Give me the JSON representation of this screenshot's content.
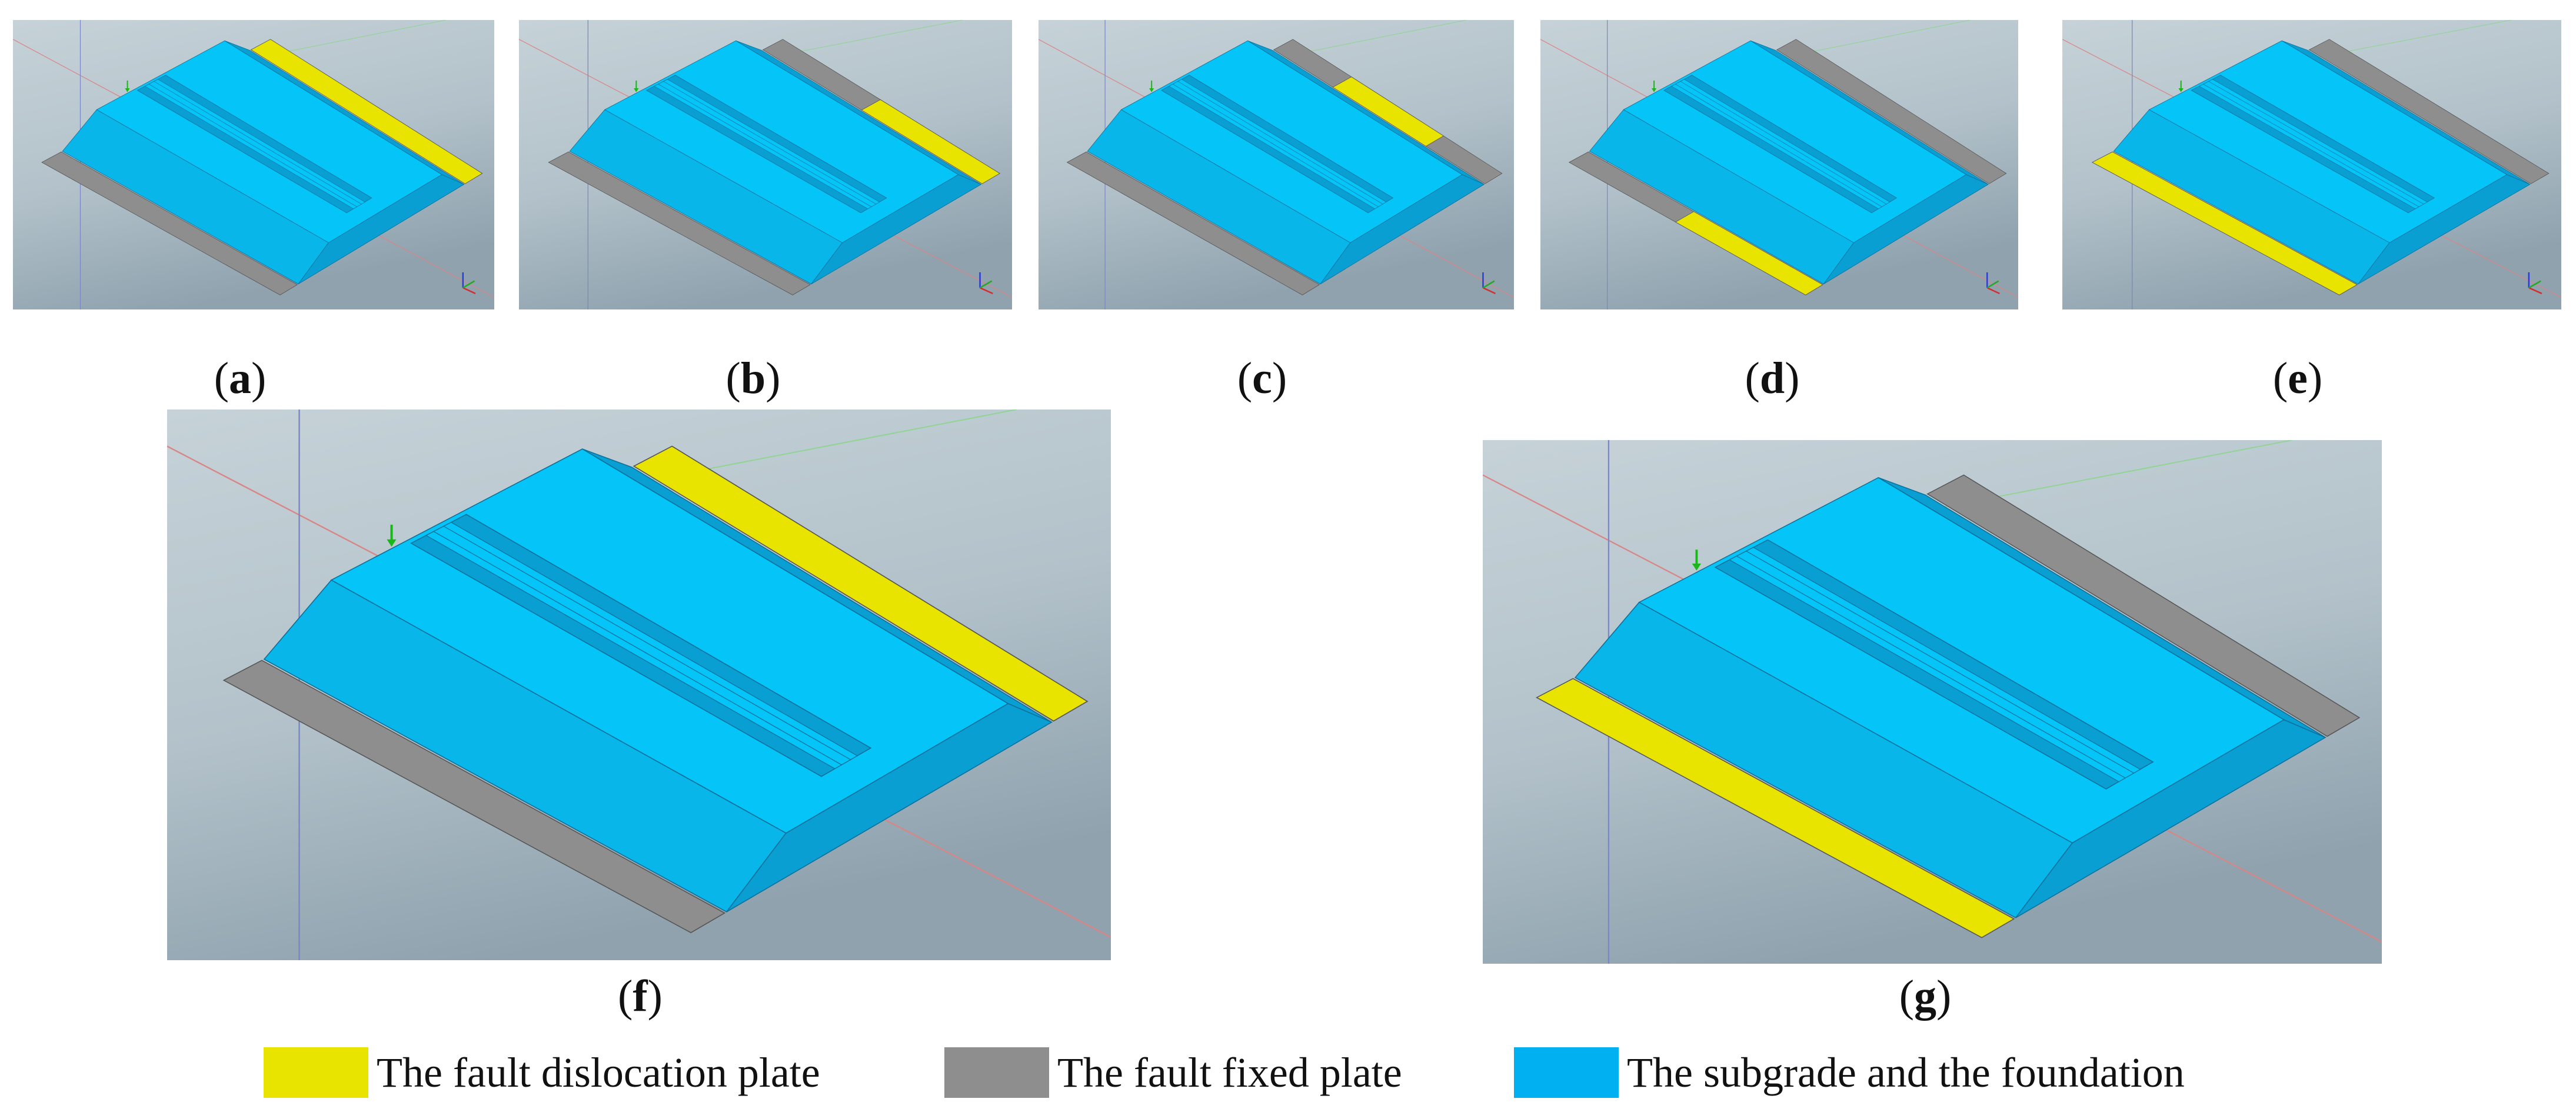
{
  "panels": [
    {
      "id": "a",
      "caption": "a",
      "dislocated_side": "far",
      "dislocated_part": "full"
    },
    {
      "id": "b",
      "caption": "b",
      "dislocated_side": "far",
      "dislocated_part": "front-half"
    },
    {
      "id": "c",
      "caption": "c",
      "dislocated_side": "far",
      "dislocated_part": "center"
    },
    {
      "id": "d",
      "caption": "d",
      "dislocated_side": "near",
      "dislocated_part": "front-half"
    },
    {
      "id": "e",
      "caption": "e",
      "dislocated_side": "near",
      "dislocated_part": "full"
    },
    {
      "id": "f",
      "caption": "f",
      "dislocated_side": "far",
      "dislocated_part": "full"
    },
    {
      "id": "g",
      "caption": "g",
      "dislocated_side": "near",
      "dislocated_part": "full"
    }
  ],
  "legend": [
    {
      "label": "The fault dislocation plate",
      "color": "#E8E400",
      "key": "dislocation"
    },
    {
      "label": "The fault fixed plate",
      "color": "#8E8E8E",
      "key": "fixed"
    },
    {
      "label": "The subgrade and the foundation",
      "color": "#00B0F0",
      "key": "subgrade"
    }
  ],
  "colors": {
    "subgrade_top": "#05C5F8",
    "subgrade_dark": "#0A9FD3",
    "subgrade_slope": "#08B6EA",
    "background_top": "#C6D2D8",
    "background_bottom": "#8FA2AE"
  }
}
